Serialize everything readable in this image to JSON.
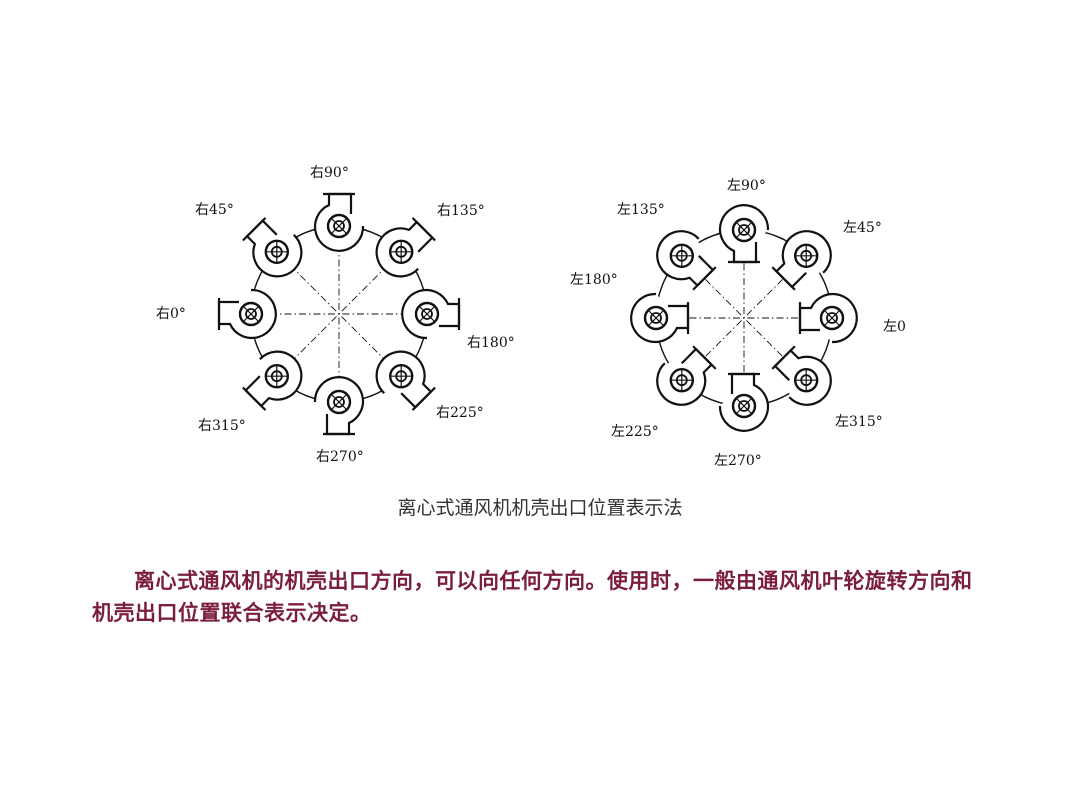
{
  "right_diagram": {
    "labels": [
      "右90°",
      "右45°",
      "右135°",
      "右0°",
      "右180°",
      "右315°",
      "右225°",
      "右270°"
    ]
  },
  "left_diagram": {
    "labels": [
      "左90°",
      "左135°",
      "左45°",
      "左180°",
      "左0",
      "左225°",
      "左315°",
      "左270°"
    ]
  },
  "caption": "离心式通风机机壳出口位置表示法",
  "paragraph": "离心式通风机的机壳出口方向，可以向任何方向。使用时，一般由通风机叶轮旋转方向和机壳出口位置联合表示决定。"
}
